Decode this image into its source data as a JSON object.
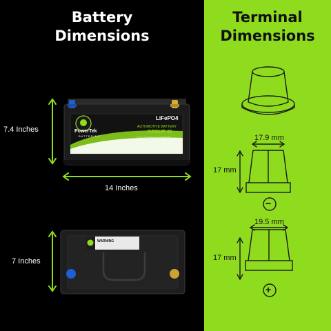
{
  "battery_section": {
    "title_line1": "Battery",
    "title_line2": "Dimensions",
    "height_label": "7.4 Inches",
    "length_label": "14 Inches",
    "width_label": "7 Inches",
    "label_text": {
      "brand": "PowerTek",
      "brand_sub": "BATTERIES",
      "chemistry": "LiFePO4",
      "type": "AUTOMOTIVE BATTERY",
      "group": "GROUP 49",
      "specs": "12.8V | 1000CA | 1270Wh",
      "warning": "WARNING"
    }
  },
  "terminal_section": {
    "title_line1": "Terminal",
    "title_line2": "Dimensions",
    "negative_width": "17.9 mm",
    "negative_height": "17 mm",
    "negative_symbol": "−",
    "positive_width": "19.5 mm",
    "positive_height": "17 mm",
    "positive_symbol": "+"
  },
  "colors": {
    "left_bg": "#000000",
    "right_bg": "#8fdc1e",
    "accent": "#8fdc1e"
  }
}
